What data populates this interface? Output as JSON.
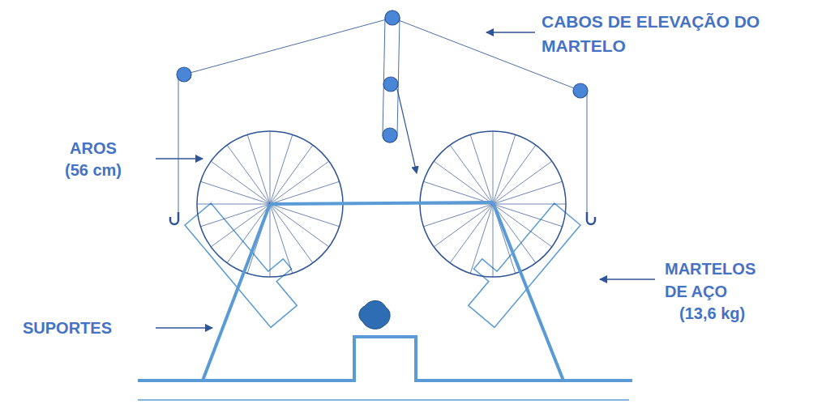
{
  "diagram": {
    "labels": [
      "CABOS DE ELEVAÇÃO DO MARTELO",
      "AROS",
      "(56 cm)",
      "MARTELOS DE AÇO",
      "(13,6 kg)",
      "SUPORTES"
    ]
  }
}
